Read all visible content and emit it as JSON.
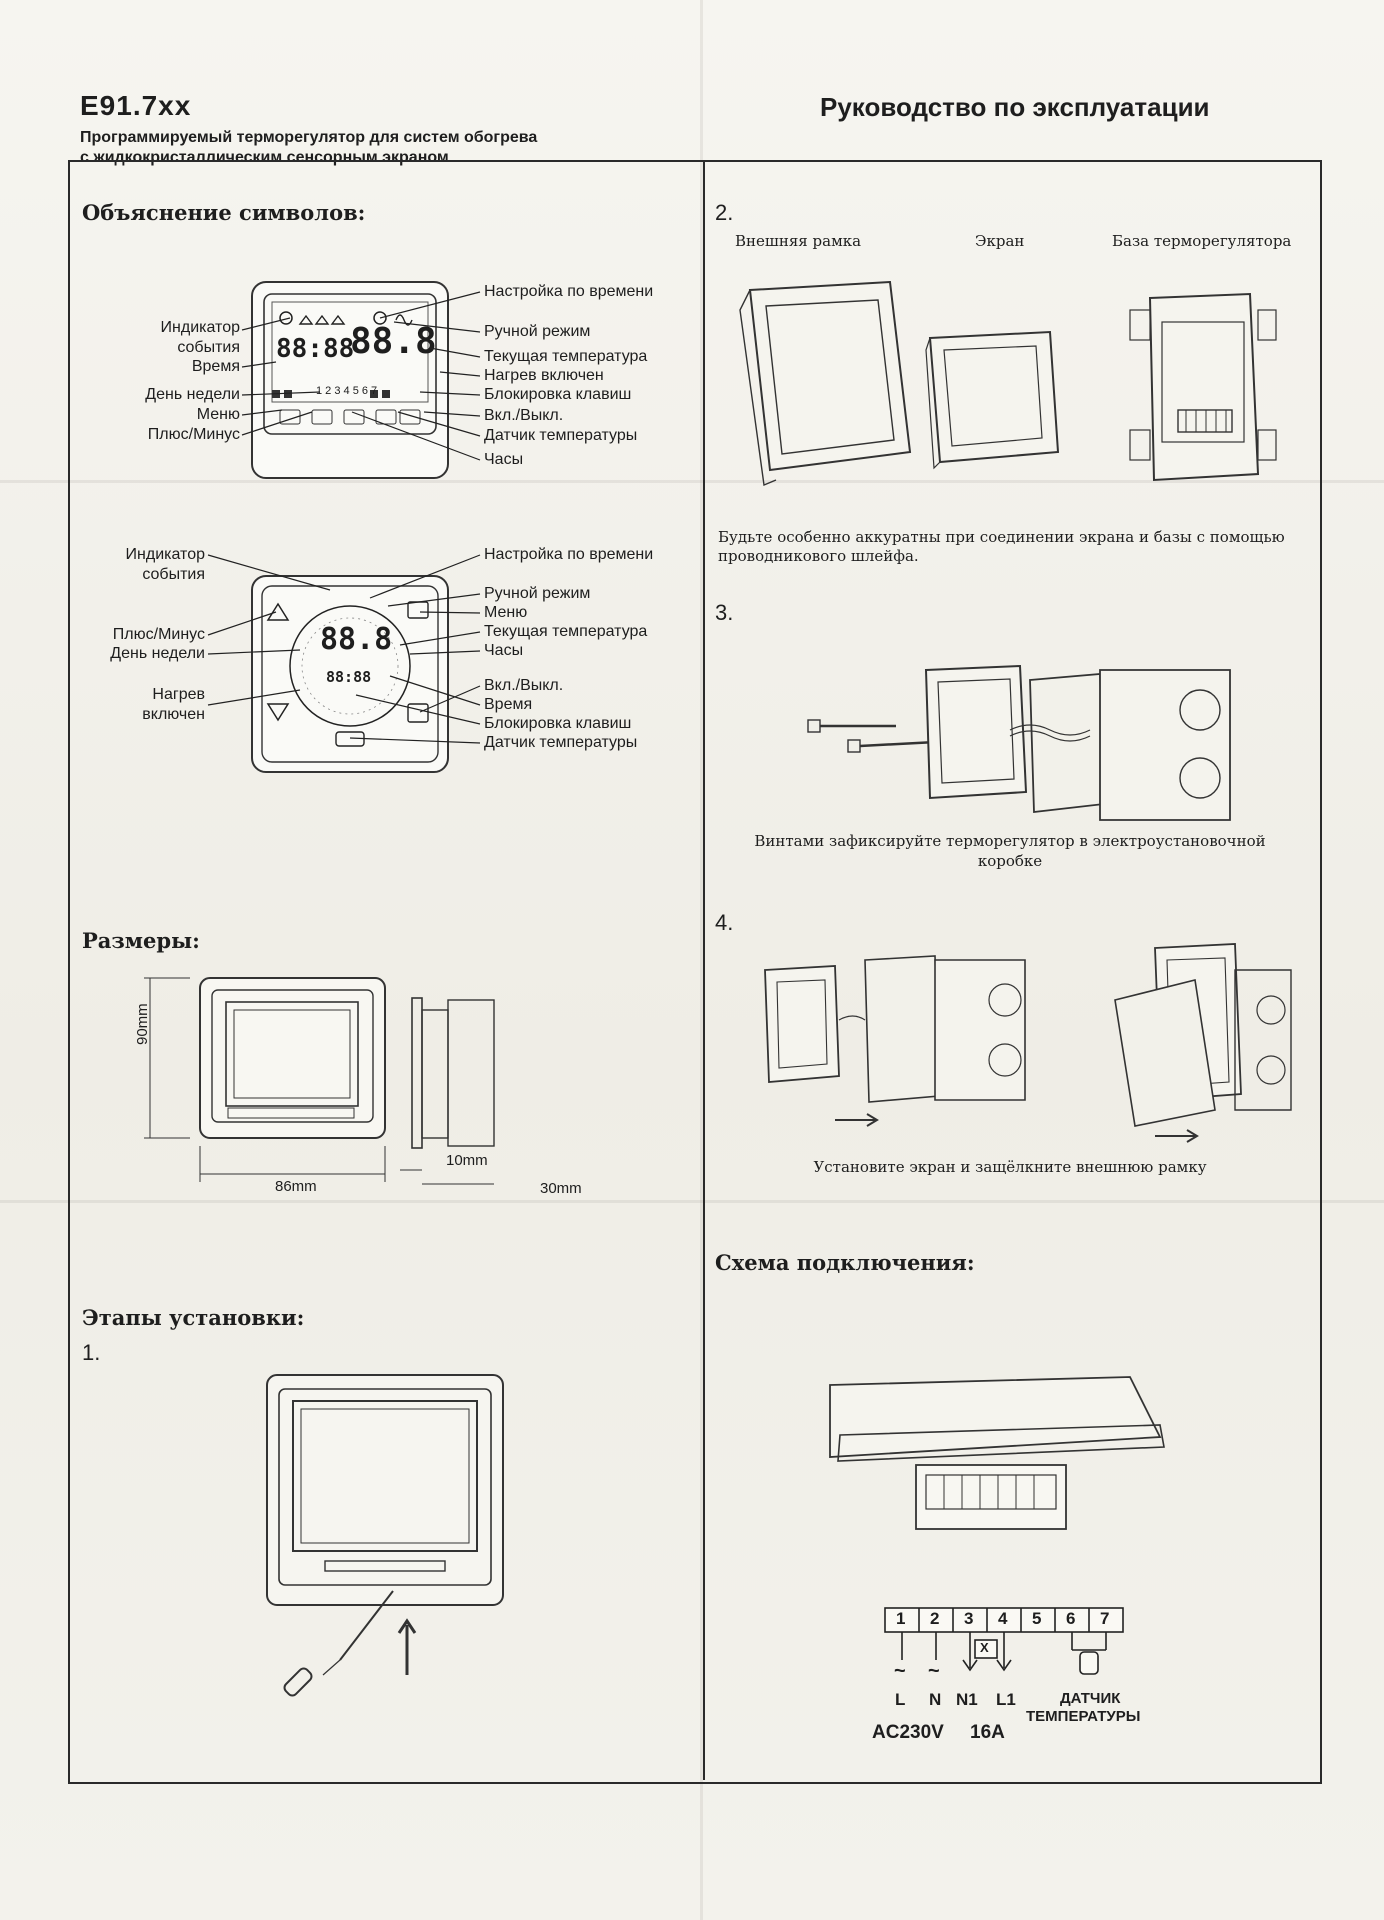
{
  "header": {
    "model": "E91.7xx",
    "subtitle_line1": "Программируемый терморегулятор для систем обогрева",
    "subtitle_line2": "с жидкокристаллическим  сенсорным  экраном",
    "manual_title": "Руководство по эксплуатации"
  },
  "symbols": {
    "heading": "Объяснение символов:",
    "panel1_left": [
      "Индикатор",
      "события",
      "Время",
      "День недели",
      "Меню",
      "Плюс/Минус"
    ],
    "panel1_right": [
      "Настройка по времени",
      "Ручной режим",
      "Текущая температура",
      "Нагрев включен",
      "Блокировка клавиш",
      "Вкл./Выкл.",
      "Датчик температуры",
      "Часы"
    ],
    "panel2_left": [
      "Индикатор",
      "события",
      "Плюс/Минус",
      "День недели",
      "Нагрев",
      "включен"
    ],
    "panel2_right": [
      "Настройка по времени",
      "Ручной режим",
      "Меню",
      "Текущая температура",
      "Часы",
      "Вкл./Выкл.",
      "Время",
      "Блокировка клавиш",
      "Датчик температуры"
    ],
    "lcd_time": "88:88",
    "lcd_temp": "88.8",
    "lcd_days": "1 2 3 4 5 6 7"
  },
  "dimensions": {
    "heading": "Размеры:",
    "height": "90mm",
    "width": "86mm",
    "depth1": "10mm",
    "depth2": "30mm"
  },
  "install": {
    "heading": "Этапы установки:",
    "step1": "1.",
    "step2": "2.",
    "step3": "3.",
    "step4": "4.",
    "step2_labels": [
      "Внешняя рамка",
      "Экран",
      "База терморегулятора"
    ],
    "step2_caption": "Будьте особенно аккуратны при соединении экрана и базы с помощью проводникового шлейфа.",
    "step3_caption_line1": "Винтами зафиксируйте терморегулятор в электроустановочной",
    "step3_caption_line2": "коробке",
    "step4_caption": "Установите экран и защёлкните внешнюю рамку"
  },
  "wiring": {
    "heading": "Схема подключения:",
    "terminals": [
      "1",
      "2",
      "3",
      "4",
      "5",
      "6",
      "7"
    ],
    "terminal_labels": [
      "L",
      "N",
      "N1",
      "L1"
    ],
    "supply": "AC230V",
    "current": "16A",
    "sensor_line1": "ДАТЧИК",
    "sensor_line2": "ТЕМПЕРАТУРЫ",
    "relay_mark": "X"
  }
}
